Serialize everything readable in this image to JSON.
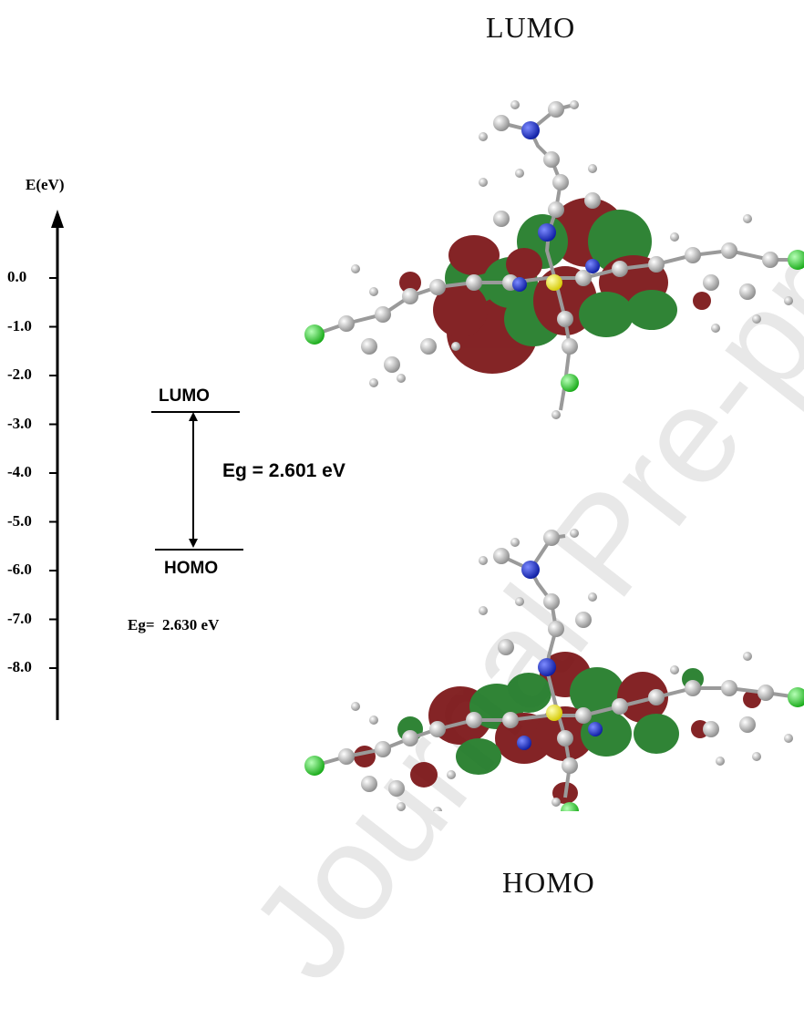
{
  "lumo_title": "LUMO",
  "homo_title": "HOMO",
  "axis": {
    "label": "E(eV)",
    "ticks": [
      "0.0",
      "-1.0",
      "-2.0",
      "-3.0",
      "-4.0",
      "-5.0",
      "-6.0",
      "-7.0",
      "-8.0"
    ]
  },
  "diagram": {
    "lumo_label": "LUMO",
    "homo_label": "HOMO",
    "gap_label": "Eg = 2.601 eV",
    "alt_gap_label": "Eg=  2.630 eV"
  },
  "colors": {
    "orbital_red": "#7a1214",
    "orbital_green": "#1f7a26",
    "atom_carbon": "#bdbdbd",
    "atom_nitrogen": "#1a2fd6",
    "atom_sulfur": "#f0e800",
    "atom_chlorine": "#2ad12a"
  },
  "watermark": "Journal Pre-proof"
}
